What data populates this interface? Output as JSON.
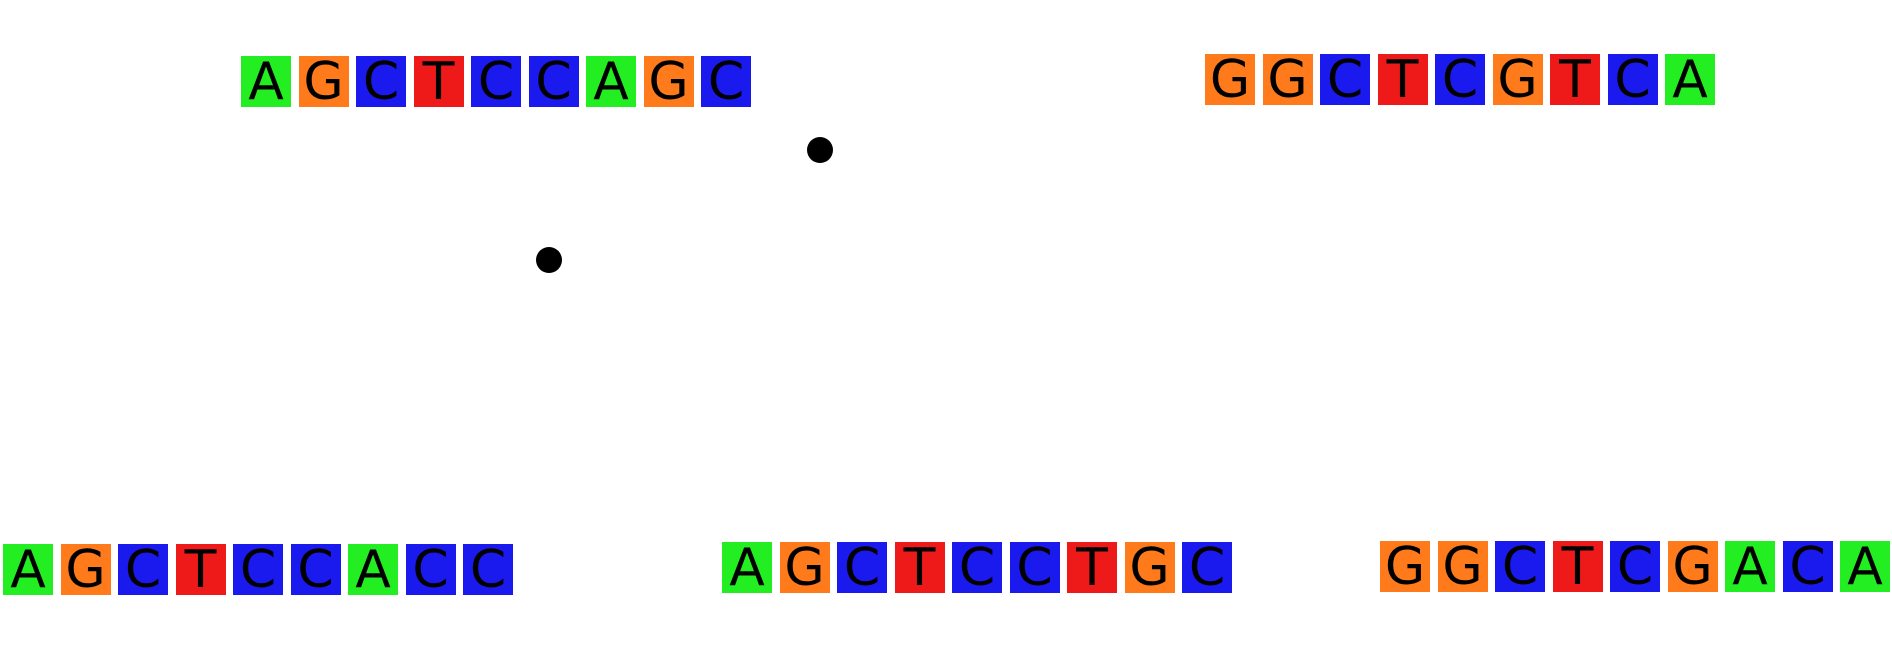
{
  "colors": {
    "A": "#22ee22",
    "G": "#ff7a1a",
    "C": "#1a1aee",
    "T": "#ee1a1a"
  },
  "sequences": [
    {
      "bases": [
        "A",
        "G",
        "C",
        "T",
        "C",
        "C",
        "A",
        "G",
        "C"
      ]
    },
    {
      "bases": [
        "G",
        "G",
        "C",
        "T",
        "C",
        "G",
        "T",
        "C",
        "A"
      ]
    },
    {
      "bases": [
        "A",
        "G",
        "C",
        "T",
        "C",
        "C",
        "A",
        "C",
        "C"
      ]
    },
    {
      "bases": [
        "A",
        "G",
        "C",
        "T",
        "C",
        "C",
        "T",
        "G",
        "C"
      ]
    },
    {
      "bases": [
        "G",
        "G",
        "C",
        "T",
        "C",
        "G",
        "A",
        "C",
        "A"
      ]
    }
  ],
  "dots": [
    {},
    {}
  ]
}
